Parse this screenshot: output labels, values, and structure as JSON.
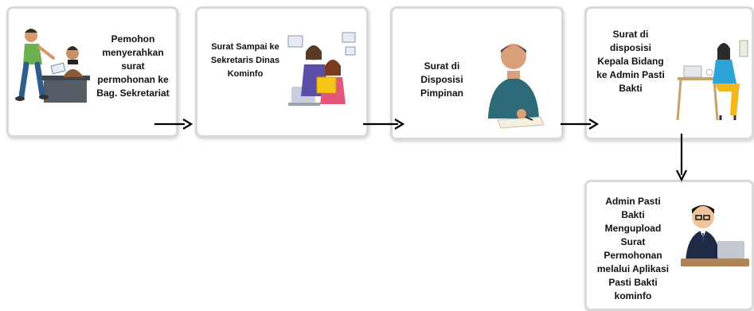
{
  "colors": {
    "card_border": "#d9d9d9",
    "arrow": "#000000",
    "text": "#111111"
  },
  "steps": [
    {
      "text": "Pemohon\nmenyerahkan\nsurat\npermohonan ke\nBag. Sekretariat",
      "icon": "applicant-handing-letter-icon"
    },
    {
      "text": "Surat Sampai ke\nSekretaris Dinas\nKominfo",
      "icon": "two-office-workers-icon"
    },
    {
      "text": "Surat di\nDisposisi\nPimpinan",
      "icon": "man-writing-icon"
    },
    {
      "text": "Surat di\ndisposisi\nKepala Bidang\nke Admin Pasti\nBakti",
      "icon": "woman-at-desk-icon"
    },
    {
      "text": "Admin Pasti\nBakti\nMengupload\nSurat\nPermohonan\nmelalui Aplikasi\nPasti Bakti\nkominfo",
      "icon": "admin-at-laptop-icon"
    }
  ]
}
